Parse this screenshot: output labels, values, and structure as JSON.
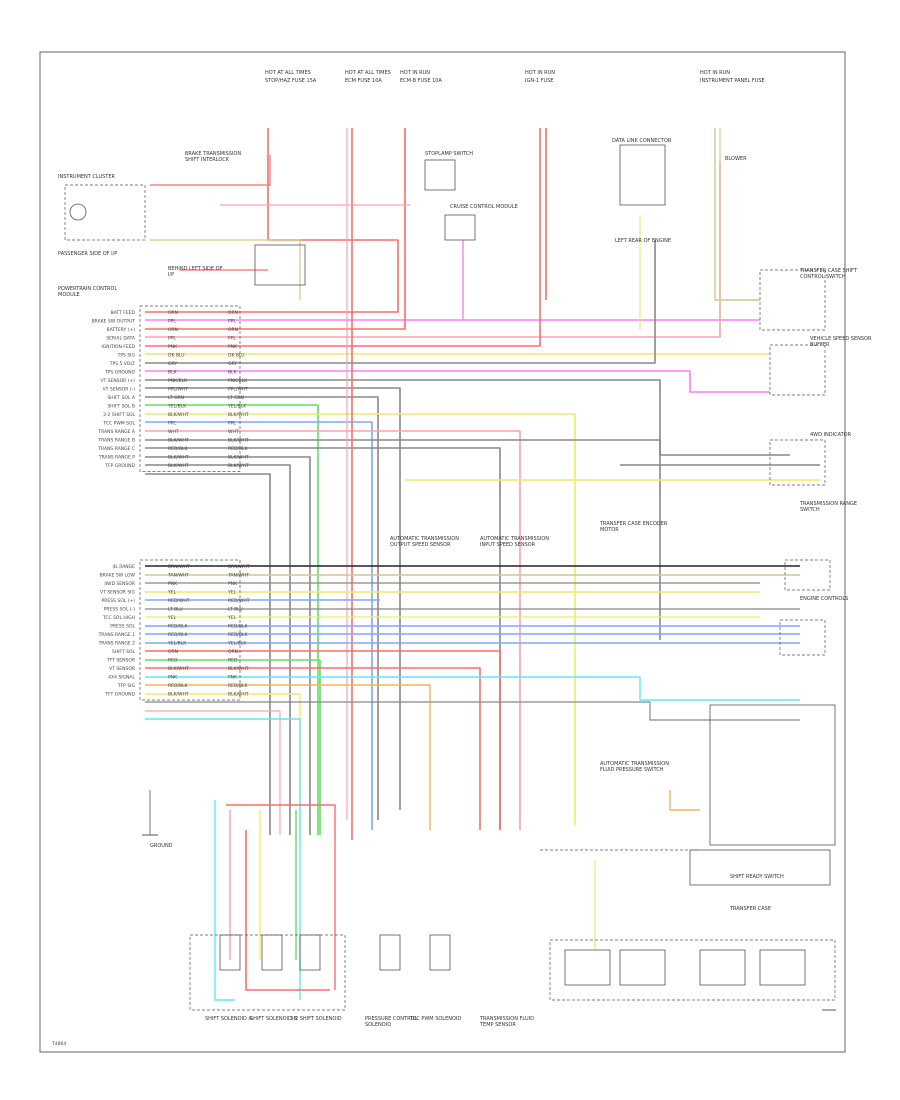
{
  "diagram": {
    "footer_code": "T4864",
    "colors": {
      "red": "#ff6b6b",
      "pink": "#ff9fb0",
      "yellow": "#f2e96a",
      "green": "#5ee35e",
      "blue": "#7fa7ff",
      "cyan": "#5fe8f0",
      "magenta": "#ff7bff",
      "orange": "#f5b35a",
      "gray": "#888888",
      "black": "#222222",
      "tan": "#d9c48a"
    },
    "pin_labels_upper": [
      "BATT FEED",
      "BRAKE SW OUTPUT",
      "BATTERY (+)",
      "SERIAL DATA",
      "IGNITION FEED",
      "TPS SIG",
      "TPS 5 VOLT",
      "TPS GROUND",
      "VT SENSOR (+)",
      "VT SENSOR (-)",
      "SHIFT SOL A",
      "SHIFT SOL B",
      "3-2 SHIFT SOL",
      "TCC PWM SOL",
      "TRANS RANGE A",
      "TRANS RANGE B",
      "TRANS RANGE C",
      "TRANS RANGE P",
      "TFP GROUND"
    ],
    "pin_labels_lower": [
      "4L RANGE",
      "BRAKE SW LOW",
      "4WD SENSOR",
      "VT SENSOR SIG",
      "PRESS SOL (+)",
      "PRESS SOL (-)",
      "TCC SOL HIGH",
      "PRESS SOL",
      "TRANS RANGE 1",
      "TRANS RANGE 2",
      "SHIFT SOL",
      "TFT SENSOR",
      "VT SENSOR",
      "4X4 SIGNAL",
      "TFP SIG",
      "TFT GROUND"
    ],
    "wire_codes_upper": [
      "ORN",
      "PPL",
      "ORN",
      "PPL",
      "PNK",
      "DK BLU",
      "GRY",
      "BLK",
      "PNK/BLK",
      "PPL/WHT",
      "LT GRN",
      "YEL/BLK",
      "BLK/WHT",
      "PPL",
      "WHT",
      "BLK/WHT",
      "RED/BLK",
      "BLK/WHT",
      "BLK/WHT"
    ],
    "wire_codes_lower": [
      "BRN/WHT",
      "TAN/WHT",
      "PNK",
      "YEL",
      "RED/WHT",
      "LT BLU",
      "YEL",
      "RED/BLK",
      "RED/BLK",
      "YEL/BLK",
      "ORN",
      "RED",
      "BLK/WHT",
      "PNK",
      "RED/BLK",
      "BLK/WHT"
    ],
    "top_labels": [
      {
        "text": "HOT AT ALL TIMES",
        "sub": "STOP/HAZ FUSE 15A"
      },
      {
        "text": "HOT AT ALL TIMES",
        "sub": "ECM FUSE 10A"
      },
      {
        "text": "HOT IN RUN",
        "sub": "ECM-B FUSE 10A"
      },
      {
        "text": "HOT IN RUN",
        "sub": "IGN-1 FUSE"
      },
      {
        "text": "HOT IN RUN",
        "sub": "INSTRUMENT PANEL FUSE"
      }
    ],
    "component_labels": [
      "INSTRUMENT CLUSTER",
      "BRAKE TRANSMISSION SHIFT INTERLOCK",
      "PASSENGER SIDE OF I/P",
      "STOPLAMP SWITCH",
      "CRUISE CONTROL MODULE",
      "DATA LINK CONNECTOR",
      "BEHIND LEFT SIDE OF I/P",
      "LEFT REAR OF ENGINE",
      "TRANSFER CASE SHIFT CONTROL SWITCH",
      "POWERTRAIN CONTROL MODULE",
      "VEHICLE SPEED SENSOR BUFFER",
      "4WD INDICATOR",
      "TRANSMISSION RANGE SWITCH",
      "TRANSFER CASE ENCODER MOTOR",
      "AUTOMATIC TRANSMISSION FLUID PRESSURE SWITCH",
      "SHIFT SOLENOID A",
      "SHIFT SOLENOID B",
      "3-2 SHIFT SOLENOID",
      "PRESSURE CONTROL SOLENOID",
      "TCC PWM SOLENOID",
      "TRANSMISSION FLUID TEMP SENSOR",
      "AUTOMATIC TRANSMISSION OUTPUT SPEED SENSOR",
      "AUTOMATIC TRANSMISSION INPUT SPEED SENSOR",
      "GROUND",
      "SHIFT READY SWITCH",
      "TRANSFER CASE",
      "ENGINE CONTROLS",
      "BLOWER"
    ]
  }
}
